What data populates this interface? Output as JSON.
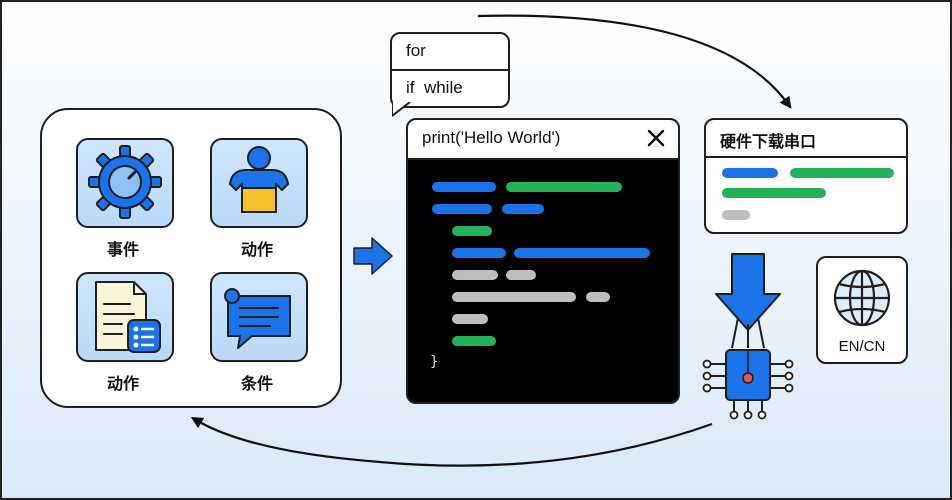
{
  "palette": {
    "blue": "#1a73e8",
    "green": "#22b35a",
    "gray": "#bdbdbd",
    "yellow": "#f6c22b",
    "outline": "#1f1f1f"
  },
  "blocks": {
    "tiles": [
      {
        "label": "事件",
        "icon": "gear-icon"
      },
      {
        "label": "动作",
        "icon": "robot-icon"
      },
      {
        "label": "动作",
        "icon": "document-icon"
      },
      {
        "label": "条件",
        "icon": "message-icon"
      }
    ]
  },
  "autocomplete": {
    "items": [
      "for",
      "if  while"
    ]
  },
  "editor": {
    "title": "print('Hello World')",
    "closing_brace": "}"
  },
  "serial": {
    "title": "硬件下载串口"
  },
  "language": {
    "label": "EN/CN",
    "icon": "globe-icon"
  },
  "hardware": {
    "icon": "microchip-icon",
    "download_icon": "download-arrow-icon"
  }
}
